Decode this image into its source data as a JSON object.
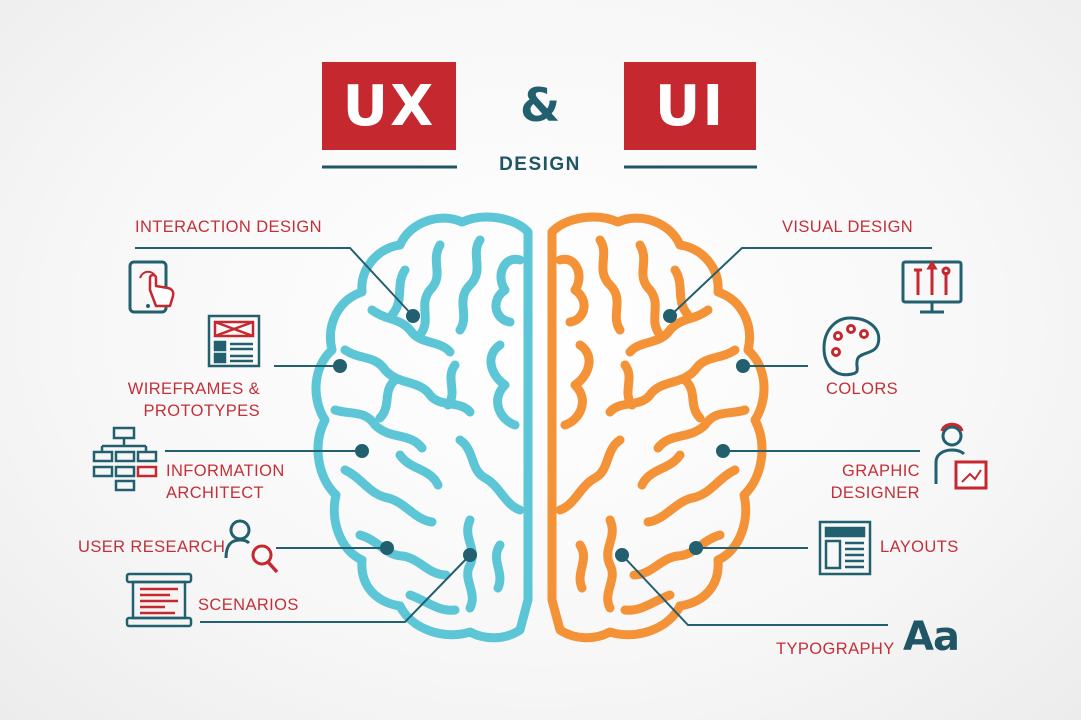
{
  "header": {
    "ux": "UX",
    "amp": "&",
    "ui": "UI",
    "subtitle": "DESIGN"
  },
  "left_labels": {
    "interaction_design": "INTERACTION DESIGN",
    "wireframes_line1": "WIREFRAMES &",
    "wireframes_line2": "PROTOTYPES",
    "information_line1": "INFORMATION",
    "information_line2": "ARCHITECT",
    "user_research": "USER RESEARCH",
    "scenarios": "SCENARIOS"
  },
  "right_labels": {
    "visual_design": "VISUAL DESIGN",
    "colors": "COLORS",
    "graphic_line1": "GRAPHIC",
    "graphic_line2": "DESIGNER",
    "layouts": "LAYOUTS",
    "typography": "TYPOGRAPHY",
    "typography_sample": "Aa"
  },
  "colors": {
    "red": "#c5282f",
    "teal_dark": "#1f5564",
    "brain_left": "#5cc6d6",
    "brain_right": "#f39237"
  },
  "icons": {
    "interaction": "tablet-touch-icon",
    "wireframes": "wireframe-document-icon",
    "information": "sitemap-icon",
    "user_research": "user-search-icon",
    "scenarios": "scroll-document-icon",
    "visual": "monitor-tools-icon",
    "colors": "palette-icon",
    "graphic": "designer-icon",
    "layouts": "layout-icon"
  }
}
